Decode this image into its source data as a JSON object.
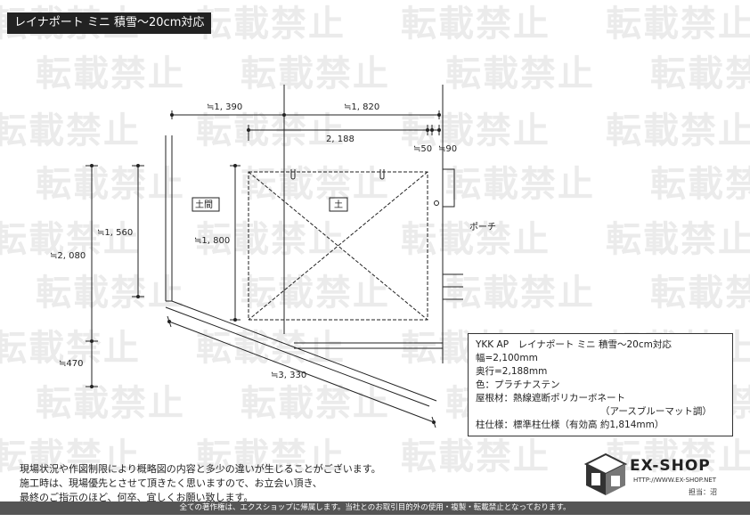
{
  "title": "レイナポート ミニ 積雪～20cm対応",
  "watermark": "転載禁止",
  "dimensions": {
    "d1390": "≒1, 390",
    "d1820": "≒1, 820",
    "d2188": "2, 188",
    "d50": "≒50",
    "d90": "≒90",
    "d1560": "≒1, 560",
    "d1800": "≒1, 800",
    "d2080": "≒2, 080",
    "d470": "≒470",
    "d3330": "≒3, 330"
  },
  "rooms": {
    "doma": "土間",
    "tsuchi": "土",
    "porch": "ポーチ"
  },
  "spec": {
    "product": "YKK AP　レイナポート ミニ 積雪～20cm対応",
    "width": "幅=2,100mm",
    "depth": "奥行=2,188mm",
    "color": "色：プラチナステン",
    "roof": "屋根材：熱線遮断ポリカーボネート",
    "roof_sub": "（アースブルーマット調）",
    "pillar": "柱仕様：標準柱仕様（有効高 約1,814mm）"
  },
  "notes": [
    "現場状況や作図制限により概略図の内容と多少の違いが生じることがございます。",
    "施工時は、現場優先とさせて頂きたく思いますので、お立会い頂き、",
    "最終のご指示のほど、何卒、宜しくお願い致します。"
  ],
  "logo": {
    "name": "EX-SHOP",
    "url": "HTTP://WWW.EX-SHOP.NET",
    "person": "担当：沼"
  },
  "footer": "全ての著作権は、エクスショップに帰属します。当社とのお取引目的外の使用・複製・転載禁止となっております。"
}
